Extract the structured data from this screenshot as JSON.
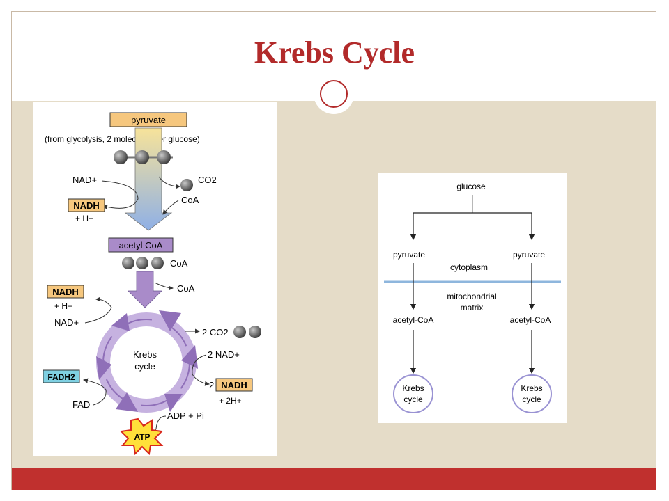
{
  "slide": {
    "title": "Krebs Cycle"
  },
  "left_diagram": {
    "pyruvate": "pyruvate",
    "from_glycolysis": "(from glycolysis, 2 molecules per glucose)",
    "nad_plus_1": "NAD+",
    "nadh_1": "NADH",
    "h_plus_1": "+ H+",
    "co2_1": "CO2",
    "coa_1": "CoA",
    "acetyl_coa": "acetyl CoA",
    "coa_2": "CoA",
    "coa_3": "CoA",
    "nadh_2": "NADH",
    "h_plus_2": "+ H+",
    "nad_plus_2": "NAD+",
    "co2_2": "2 CO2",
    "krebs": "Krebs",
    "cycle": "cycle",
    "nad_plus_3": "2 NAD+",
    "fadh2": "FADH2",
    "two": "2",
    "nadh_3": "NADH",
    "h_plus_3": "+ 2H+",
    "fad": "FAD",
    "adp": "ADP + Pi",
    "atp": "ATP"
  },
  "right_diagram": {
    "glucose": "glucose",
    "pyruvate_left": "pyruvate",
    "pyruvate_right": "pyruvate",
    "cytoplasm": "cytoplasm",
    "mitochondrial": "mitochondrial",
    "matrix": "matrix",
    "acetyl_left": "acetyl-CoA",
    "acetyl_right": "acetyl-CoA",
    "krebs_left": "Krebs",
    "cycle_left": "cycle",
    "krebs_right": "Krebs",
    "cycle_right": "cycle"
  },
  "colors": {
    "title": "#b22a2a",
    "footer": "#c0302e",
    "background": "#e5dcc8",
    "box_orange": "#f6c77e",
    "box_purple": "#a98bc9",
    "box_cyan": "#7fd0e2",
    "membrane": "#8eb6dd",
    "krebs_oval": "#9a93d3"
  }
}
